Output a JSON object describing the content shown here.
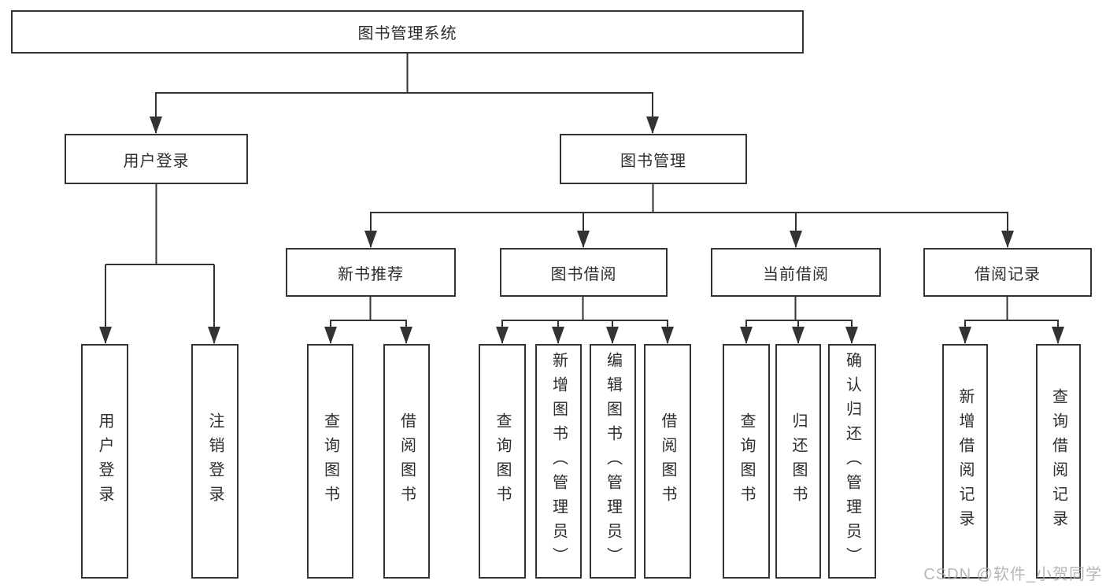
{
  "tree": {
    "label": "图书管理系统",
    "children": [
      {
        "label": "用户登录",
        "children": [
          {
            "label": "用户登录"
          },
          {
            "label": "注销登录"
          }
        ]
      },
      {
        "label": "图书管理",
        "children": [
          {
            "label": "新书推荐",
            "children": [
              {
                "label": "查询图书"
              },
              {
                "label": "借阅图书"
              }
            ]
          },
          {
            "label": "图书借阅",
            "children": [
              {
                "label": "查询图书"
              },
              {
                "label": "新增图书（管理员）"
              },
              {
                "label": "编辑图书（管理员）"
              },
              {
                "label": "借阅图书"
              }
            ]
          },
          {
            "label": "当前借阅",
            "children": [
              {
                "label": "查询图书"
              },
              {
                "label": "归还图书"
              },
              {
                "label": "确认归还（管理员）"
              }
            ]
          },
          {
            "label": "借阅记录",
            "children": [
              {
                "label": "新增借阅记录"
              },
              {
                "label": "查询借阅记录"
              }
            ]
          }
        ]
      }
    ]
  },
  "watermark": {
    "text": "CSDN @软件_小贺同学"
  },
  "colors": {
    "line": "#333333",
    "box_border": "#333333",
    "text": "#2d2d2d",
    "watermark": "#aaaaaa",
    "background": "#ffffff"
  }
}
